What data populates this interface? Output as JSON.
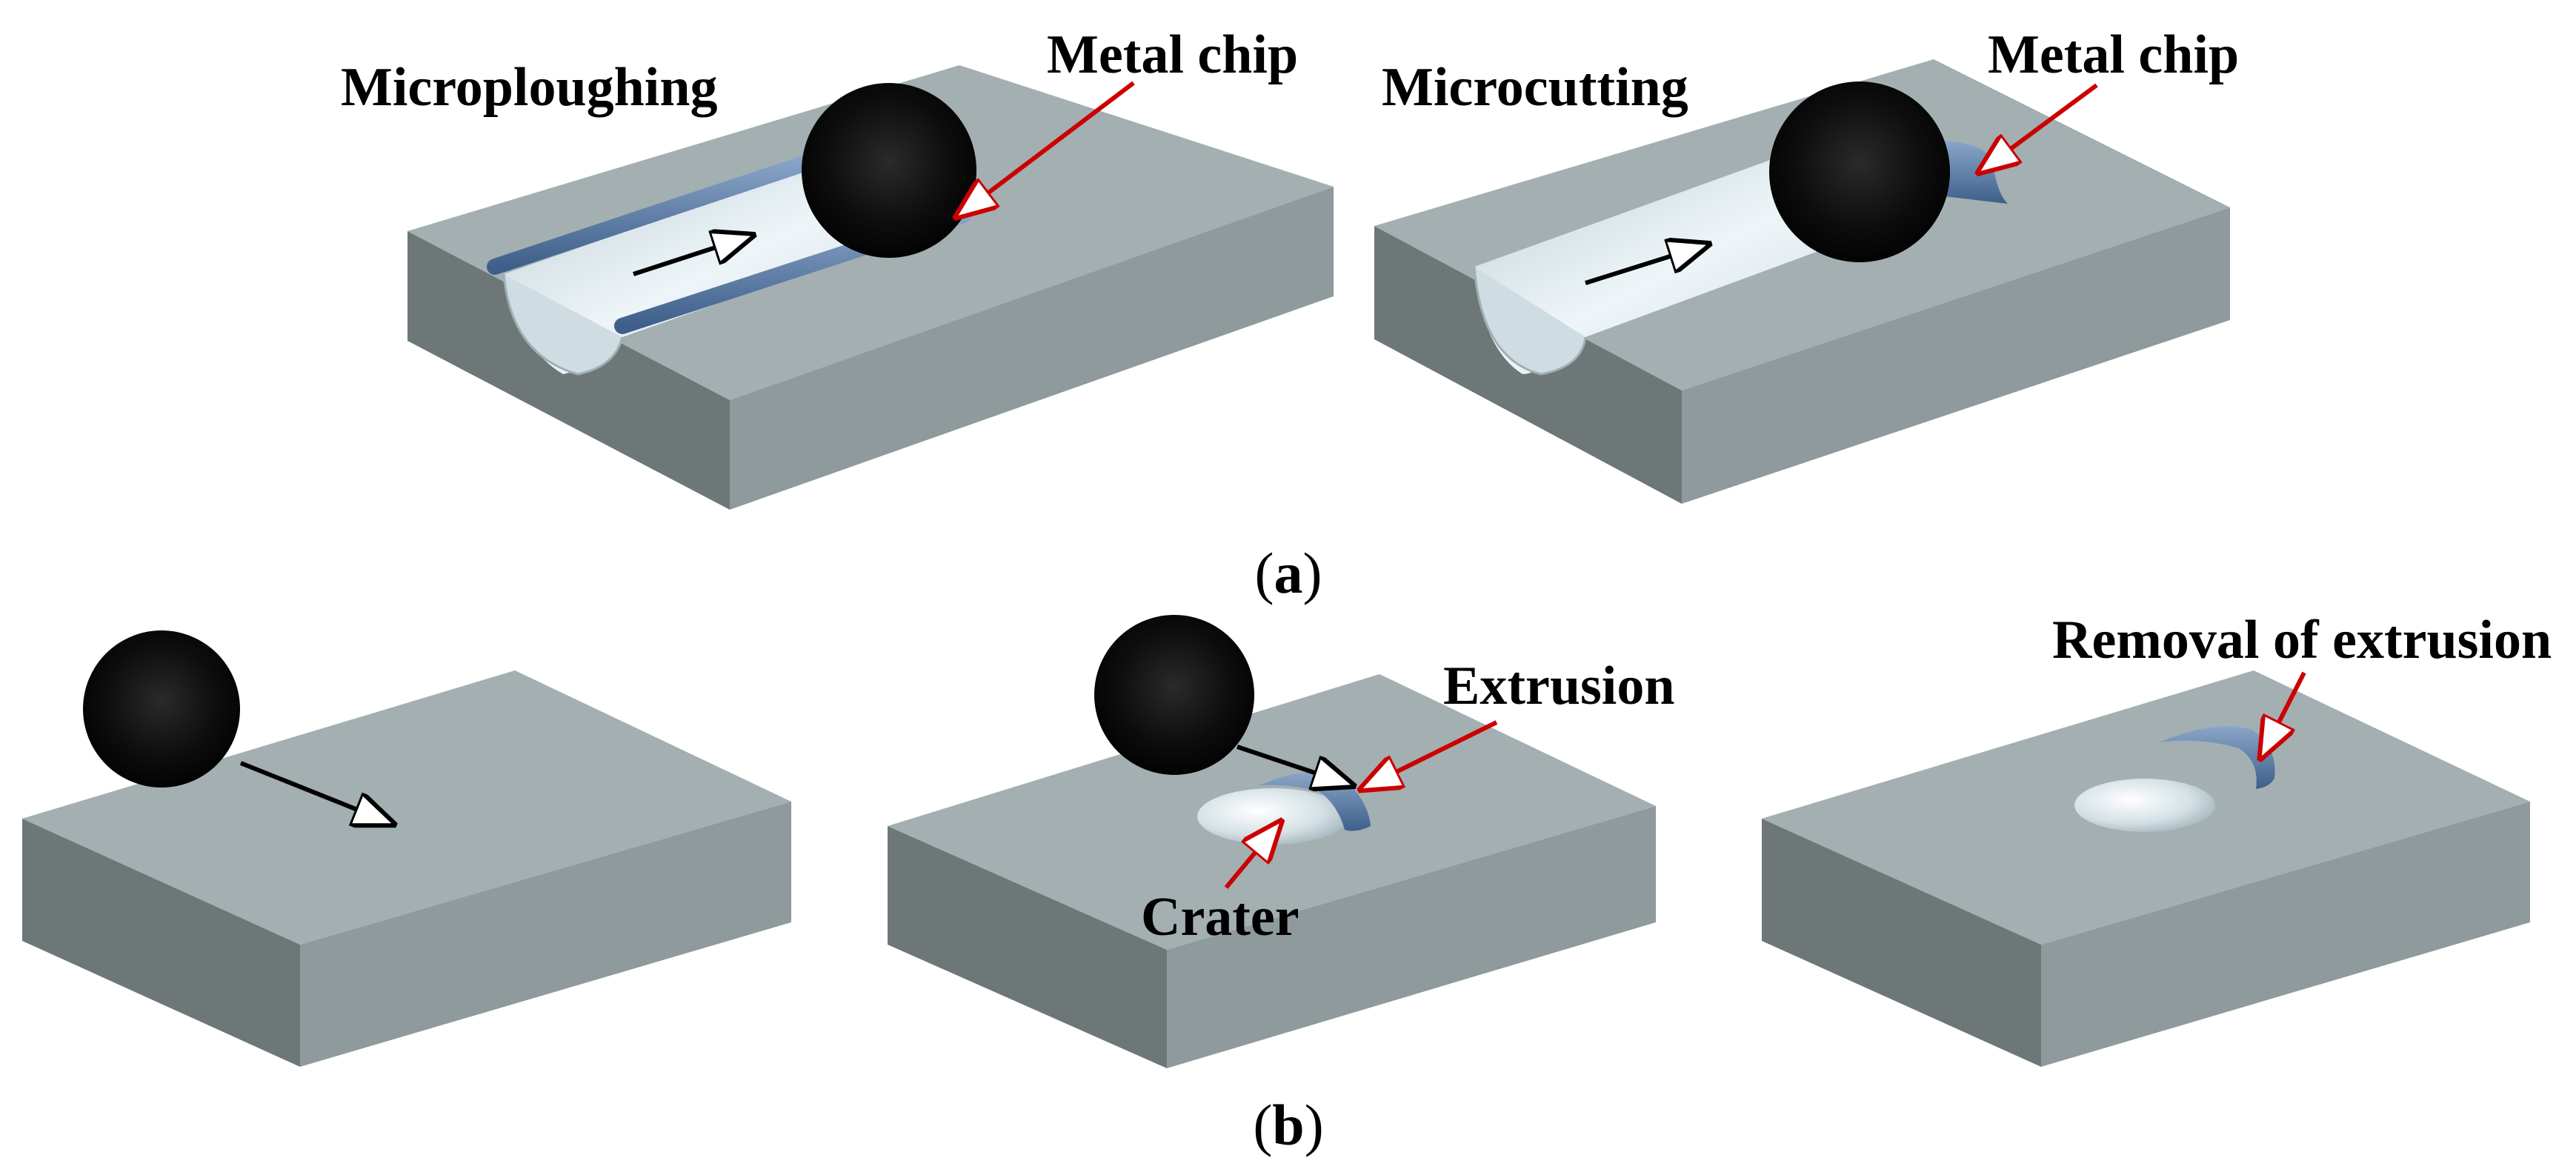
{
  "panel_a": {
    "microploughing_label": "Microploughing",
    "metal_chip_label_left": "Metal chip",
    "microcutting_label": "Microcutting",
    "metal_chip_label_right": "Metal chip",
    "caption_open": "(",
    "caption_letter": "a",
    "caption_close": ")"
  },
  "panel_b": {
    "extrusion_label": "Extrusion",
    "crater_label": "Crater",
    "removal_label": "Removal of extrusion",
    "caption_open": "(",
    "caption_letter": "b",
    "caption_close": ")"
  },
  "colors": {
    "block_top": "#a3afb1",
    "block_left": "#6d7777",
    "block_right": "#8e9a9b",
    "groove": "#dfe9ed",
    "chip": "#5b7ba3",
    "ball": "#050505",
    "pointer_arrow": "#cc0000",
    "motion_arrow": "#000000"
  }
}
